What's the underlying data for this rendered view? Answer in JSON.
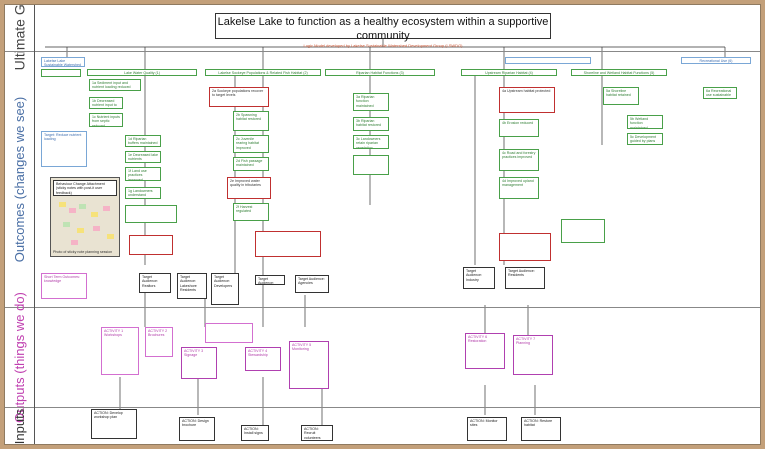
{
  "bands": {
    "goal": "Ultimate Goal",
    "outcomes": "Outcomes (changes we see)",
    "outputs": "Outputs (things we do)",
    "inputs": "Inputs"
  },
  "goal": {
    "title": "Lakelse Lake to function as a healthy ecosystem within a supportive community",
    "subtitle": "Logic Model developed by Lakelse Sustainable Watershed Development Group (LSWDG)"
  },
  "columns": [
    {
      "label": "Lake Water Quality (1)",
      "color": "green"
    },
    {
      "label": "Lakelse Sockeye Populations & Related Fish Habitat (2)",
      "color": "green"
    },
    {
      "label": "Riparian Habitat Functions (3)",
      "color": "green"
    },
    {
      "label": "Upstream Riparian Habitat (4)",
      "color": "green"
    },
    {
      "label": "Shoreline and Wetland Habitat Functions (5)",
      "color": "green"
    },
    {
      "label": "Recreational Use (6)",
      "color": "blue"
    }
  ],
  "outcome_boxes": {
    "lwq_1": "1a Sediment input and nutrient loading reduced",
    "lwq_2": "1b Decreased nutrient input to lake",
    "lwq_3": "1c Nutrient inputs from septic reduced",
    "lwq_4": "1d Riparian buffers maintained",
    "lwq_5": "1e Decreased lake nutrients",
    "lwq_6": "1f Land use practices improved",
    "lwq_7": "1g Landowners understand nutrient issues",
    "sock_1": "2a Sockeye populations recover to target levels",
    "sock_2": "2b Spawning habitat restored",
    "sock_3": "2c Juvenile rearing habitat improved",
    "sock_4": "2d Fish passage maintained",
    "sock_5": "2e Improved water quality in tributaries",
    "sock_6": "2f Harvest regulated",
    "rip_1": "3a Riparian function maintained",
    "rip_2": "3b Riparian habitat restored",
    "rip_3": "3c Landowners retain riparian vegetation",
    "up_1": "4a Upstream habitat protected",
    "up_2": "4b Erosion reduced",
    "up_3": "4c Road and forestry practices improved",
    "up_4": "4d Improved upland management",
    "shore_1": "5a Shoreline habitat retained",
    "shore_2": "5b Wetland function maintained",
    "shore_3": "5c Development guided by plans",
    "rec_1": "6a Recreational use sustainable"
  },
  "behavior_note": "Behaviour Change Attachment (sticky notes with post-it user feedback)",
  "photo_caption": "Photo of sticky note planning session",
  "audience_boxes": {
    "a1": "Target Audience: Realtors",
    "a2": "Target Audience: Lakeshore Residents",
    "a3": "Target Audience: Developers",
    "a4": "Target Audience: Landowners",
    "a5": "Target Audience: Agencies",
    "a6": "Target Audience: Industry",
    "a7": "Target Audience: Residents"
  },
  "output_boxes": {
    "act1": "ACTIVITY 1 Workshops",
    "act2": "ACTIVITY 2 Brochures",
    "act3": "ACTIVITY 3 Signage",
    "act4": "ACTIVITY 4 Stewardship",
    "act5": "ACTIVITY 5 Monitoring",
    "act6": "ACTIVITY 6 Restoration",
    "act7": "ACTIVITY 7 Planning"
  },
  "input_boxes": {
    "in1": "ACTION: Develop workshop plan",
    "in2": "ACTION: Design brochure",
    "in3": "ACTION: Install signs",
    "in4": "ACTION: Recruit volunteers",
    "in5": "ACTION: Monitor sites",
    "in6": "ACTION: Restore habitat"
  },
  "side_notes": {
    "left_top": "Lakelse Lake Sustainable Watershed",
    "left_mid": "Target: Reduce nutrient loading",
    "left_low": "Short Term Outcomes: knowledge"
  }
}
